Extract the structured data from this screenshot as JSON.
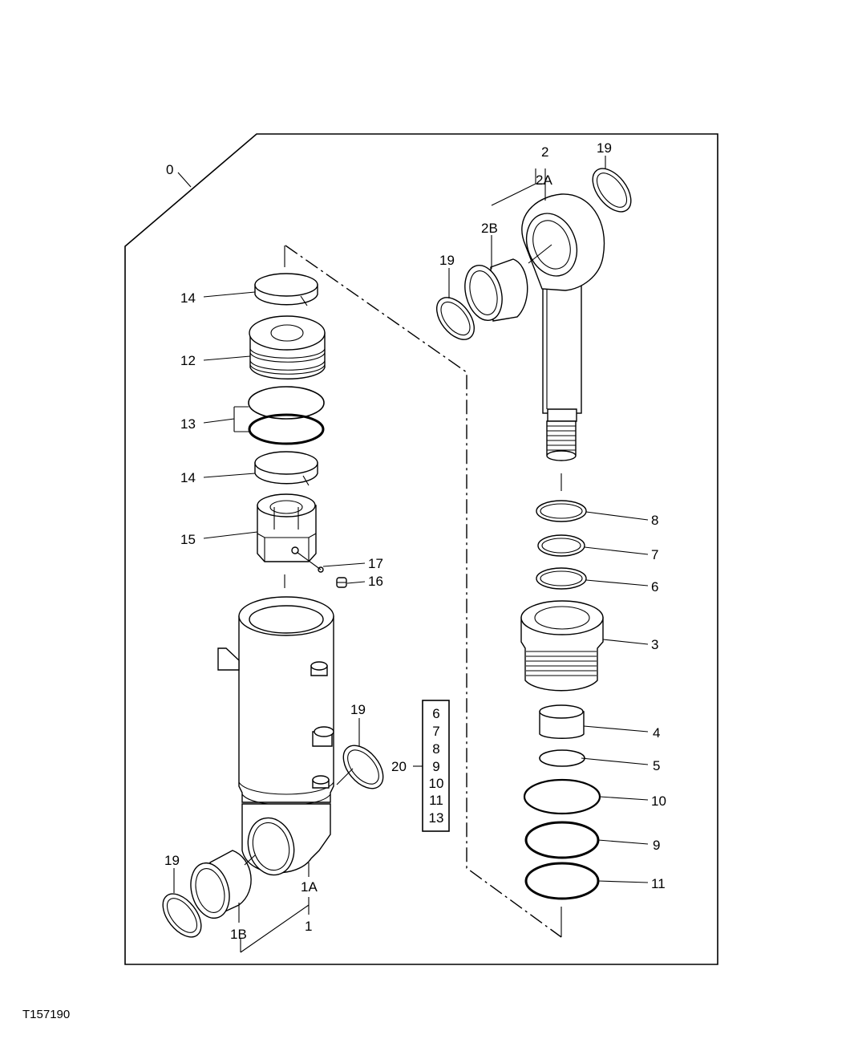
{
  "figure_id": "T157190",
  "labels": {
    "l0": "0",
    "l1": "1",
    "l1a": "1A",
    "l1b": "1B",
    "l2": "2",
    "l2a": "2A",
    "l2b": "2B",
    "l3": "3",
    "l4": "4",
    "l5": "5",
    "l6": "6",
    "l7": "7",
    "l8": "8",
    "l9": "9",
    "l10": "10",
    "l11": "11",
    "l12": "12",
    "l13": "13",
    "l14a": "14",
    "l14b": "14",
    "l15": "15",
    "l16": "16",
    "l17": "17",
    "l19a": "19",
    "l19b": "19",
    "l19c": "19",
    "l19d": "19",
    "l20": "20"
  },
  "kit_box": {
    "items": [
      "6",
      "7",
      "8",
      "9",
      "10",
      "11",
      "13"
    ]
  }
}
